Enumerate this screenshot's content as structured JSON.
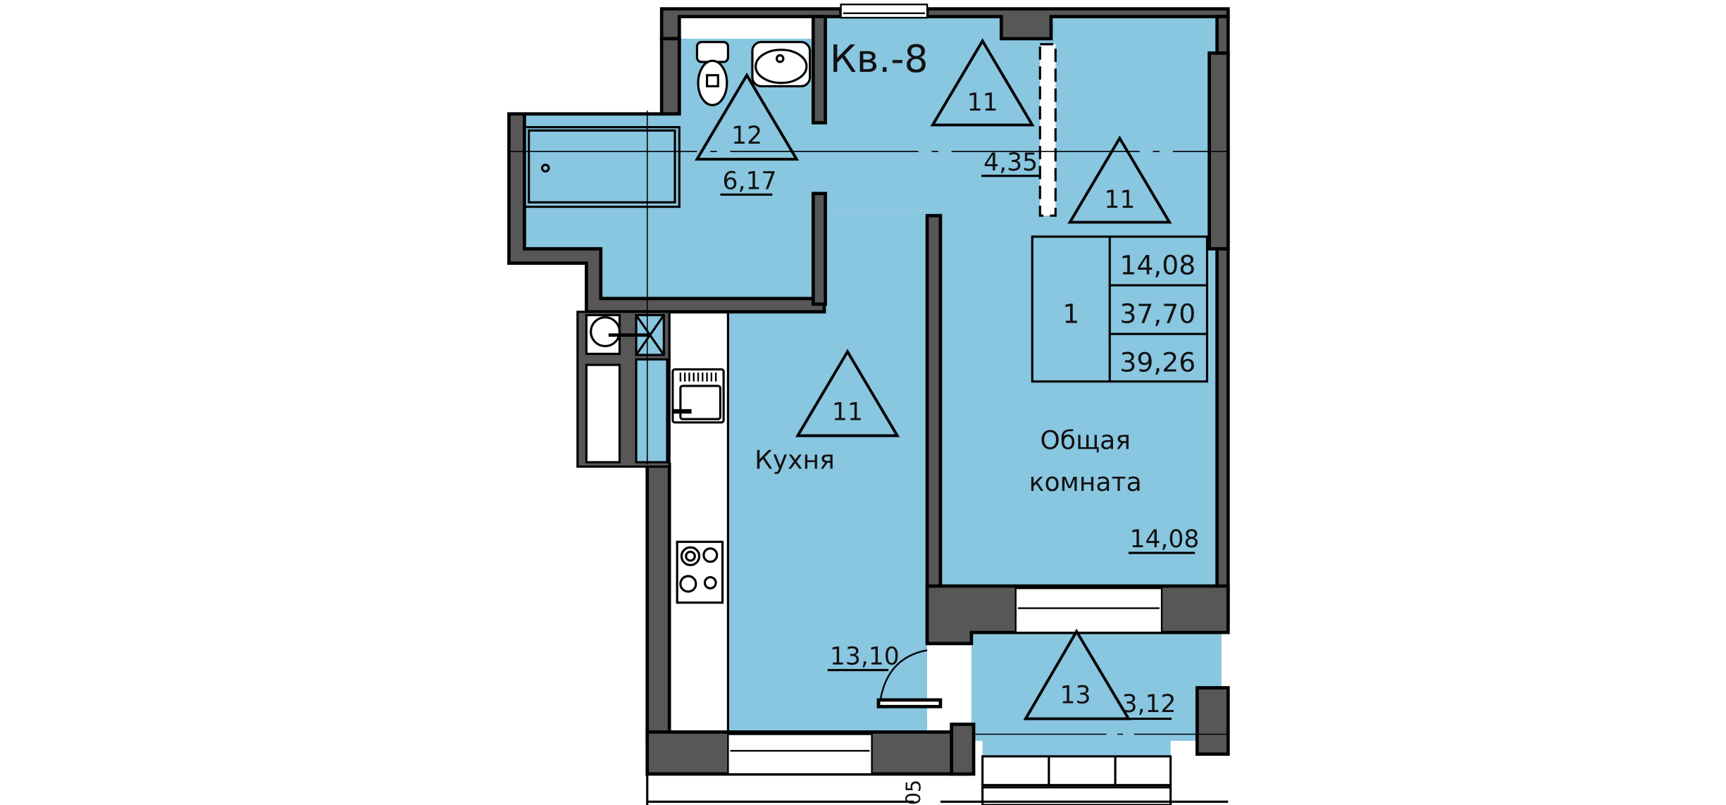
{
  "apartment": {
    "title": "Кв.-8",
    "colors": {
      "floor": "#89C6E0",
      "wall": "#575757",
      "outline": "#000000",
      "background": "#FFFFFF",
      "fixture": "#FFFFFF"
    }
  },
  "rooms": [
    {
      "id": "bathroom",
      "name": "",
      "marker": "12",
      "area": "6,17"
    },
    {
      "id": "hallway",
      "name": "",
      "marker": "11",
      "area": "4,35"
    },
    {
      "id": "living-room",
      "name_line1": "Общая",
      "name_line2": "комната",
      "marker": "11",
      "area": "14,08"
    },
    {
      "id": "kitchen",
      "name": "Кухня",
      "marker": "11",
      "area": "13,10"
    },
    {
      "id": "balcony",
      "name": "",
      "marker": "13",
      "area": "3,12"
    }
  ],
  "summary_box": {
    "rooms_count": "1",
    "living_area": "14,08",
    "total_area": "37,70",
    "total_area_with_balcony": "39,26"
  },
  "dimension_fragment": "05"
}
